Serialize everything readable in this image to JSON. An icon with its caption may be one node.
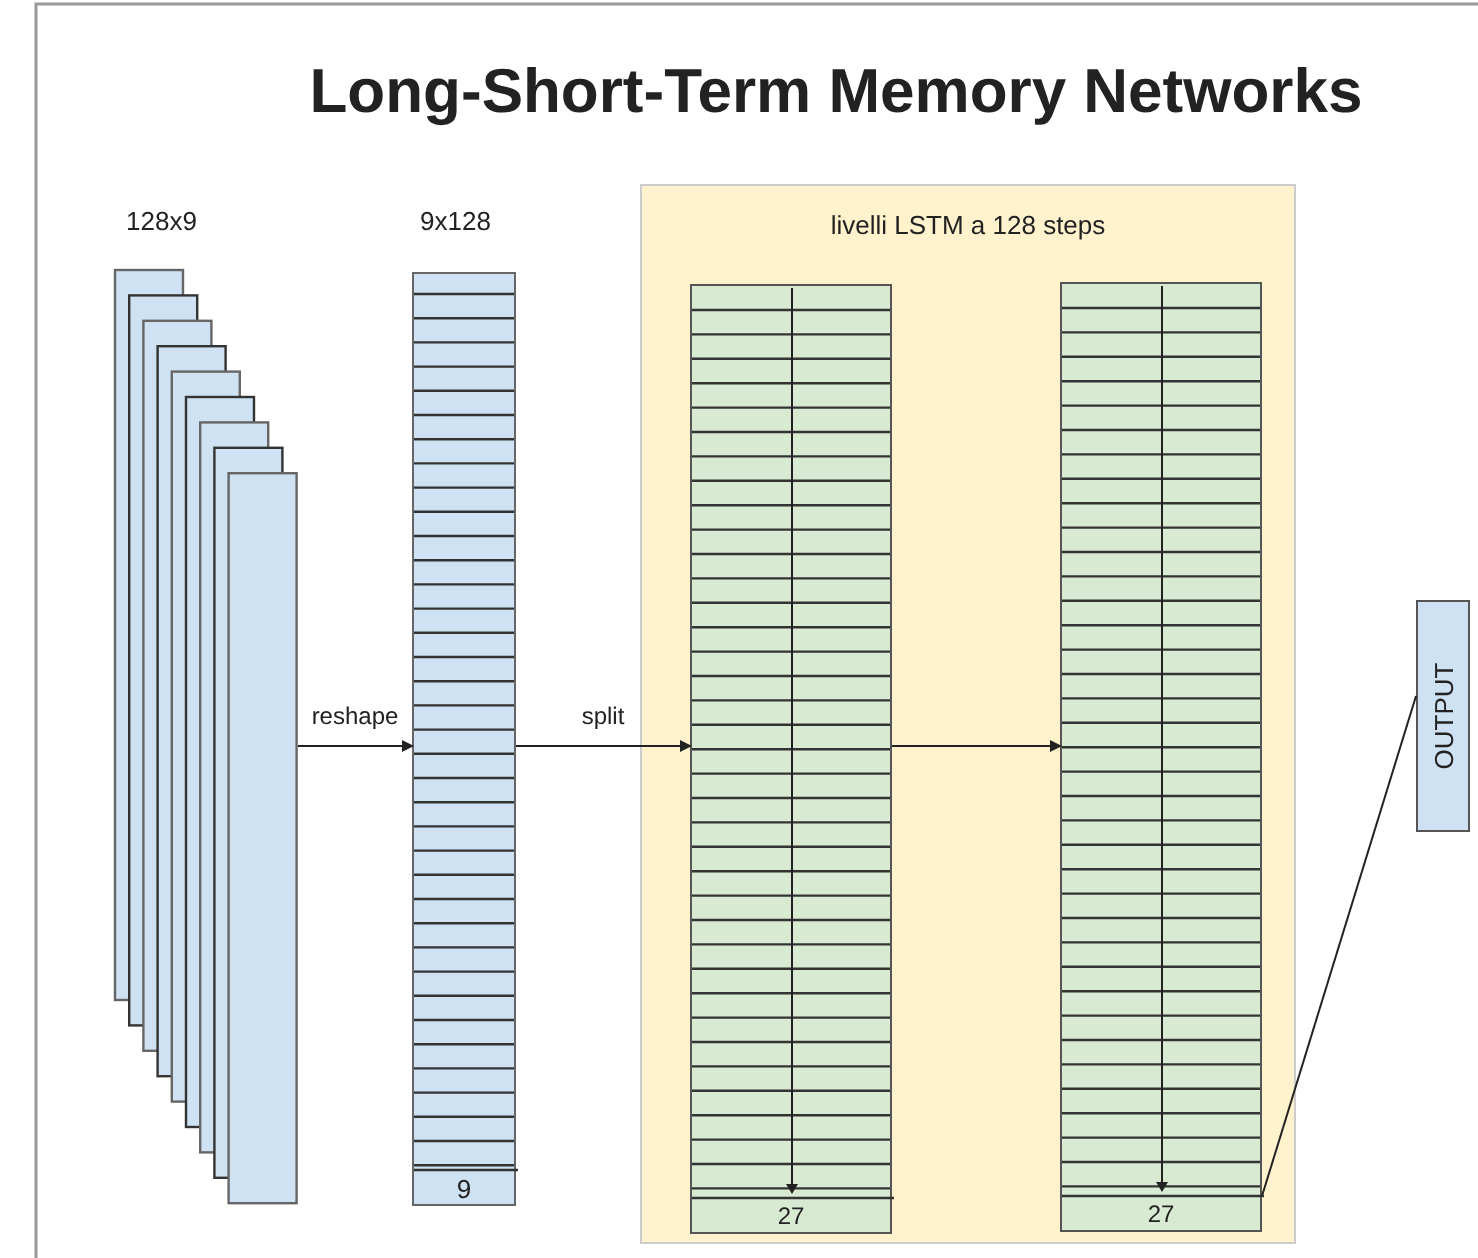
{
  "diagram": {
    "title": "Long-Short-Term Memory Networks",
    "nodes": [
      {
        "text": [
          "128x9"
        ]
      },
      {
        "text": [
          "9x128",
          "9"
        ]
      },
      {
        "text": [
          "livelli LSTM a 128 steps"
        ]
      },
      {
        "text": [
          "27"
        ],
        "in": 2
      },
      {
        "text": [
          "27"
        ],
        "in": 2
      },
      {
        "text": [
          "OUTPUT"
        ]
      }
    ],
    "edges": [
      {
        "from": 0,
        "to": 1,
        "arrow": "to",
        "label": "reshape"
      },
      {
        "from": 1,
        "to": 3,
        "arrow": "to",
        "label": "split"
      },
      {
        "from": 3,
        "to": 4,
        "arrow": "to"
      },
      {
        "from": 4,
        "to": 5,
        "arrow": "none"
      }
    ]
  }
}
